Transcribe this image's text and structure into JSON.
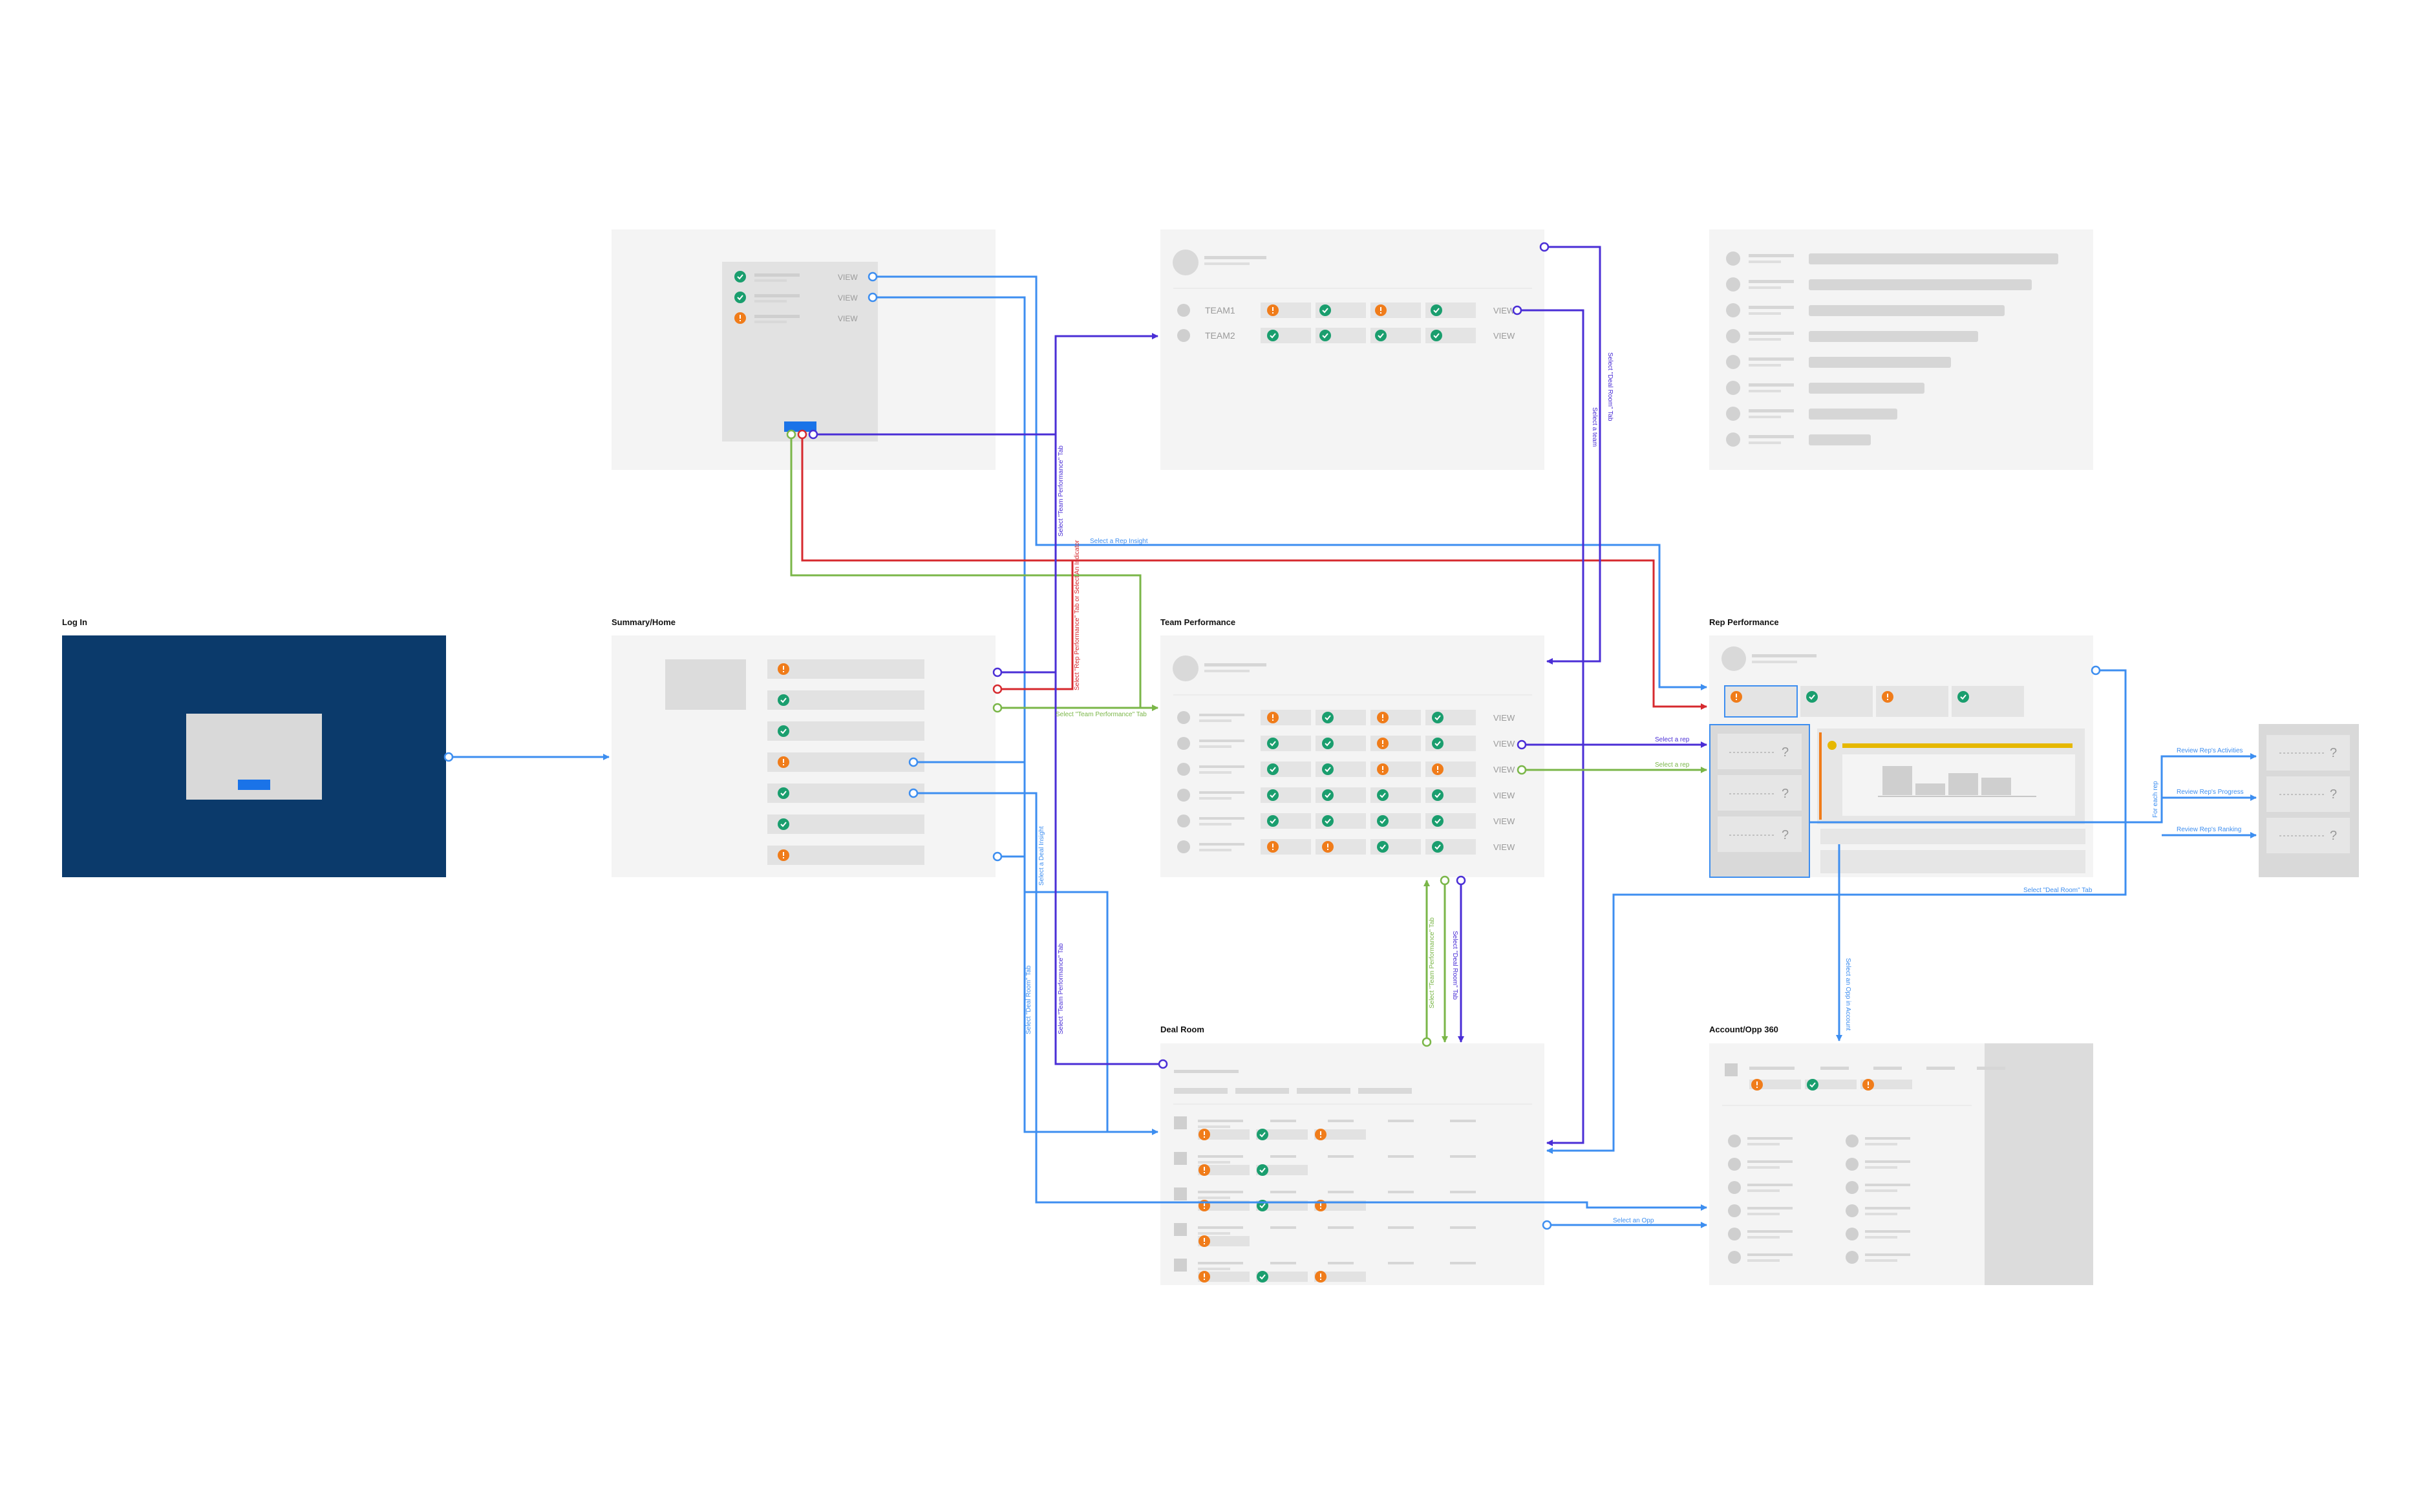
{
  "screens": {
    "login": {
      "title": "Log In"
    },
    "summary": {
      "title": "Summary/Home"
    },
    "team_performance": {
      "title": "Team Performance"
    },
    "rep_performance": {
      "title": "Rep Performance"
    },
    "deal_room": {
      "title": "Deal Room"
    },
    "account_opp": {
      "title": "Account/Opp 360"
    }
  },
  "view_label": "VIEW",
  "teams": [
    "TEAM1",
    "TEAM2"
  ],
  "question_mark": "?",
  "connector_labels": {
    "select_rep_insight": "Select a Rep Insight",
    "select_team_performance_tab_1": "Select \"Team Performance\" Tab",
    "select_team_performance_tab_2": "Select \"Team Performance\" Tab",
    "select_team_performance_tab_3": "Select \"Team Performance\" Tab",
    "select_team_performance_tab_4": "Select \"Team Performance\" Tab",
    "rep_performance_or_indicator": "Select \"Rep Performance\" Tab or Select An Indicator",
    "select_deal_insight": "Select a Deal Insight",
    "select_deal_room_tab_1": "Select \"Deal Room\" Tab",
    "select_deal_room_tab_2": "Select \"Deal Room\" Tab",
    "select_deal_room_tab_3": "Select \"Deal Room\" Tab",
    "select_a_team": "Select a team",
    "select_a_rep_1": "Select a rep",
    "select_a_rep_2": "Select a rep",
    "select_an_opp": "Select an Opp",
    "select_opp_in_account": "Select an Opp in Account",
    "for_each_rep": "For each rep",
    "review_activities": "Review Rep's Activities",
    "review_progress": "Review Rep's Progress",
    "review_ranking": "Review Rep's Ranking"
  },
  "colors": {
    "login_bg": "#0b3a6b",
    "frame_bg": "#f4f4f4",
    "placeholder": "#d9d9d9",
    "ok_green": "#1a9e6e",
    "warn_orange": "#f07c1a",
    "primary_blue": "#1a73e8",
    "arrow_blue": "#3d8ef0",
    "arrow_purple": "#4a2ed6",
    "arrow_red": "#d6292e",
    "arrow_green": "#7ab648",
    "highlight_yellow": "#e6b800"
  }
}
